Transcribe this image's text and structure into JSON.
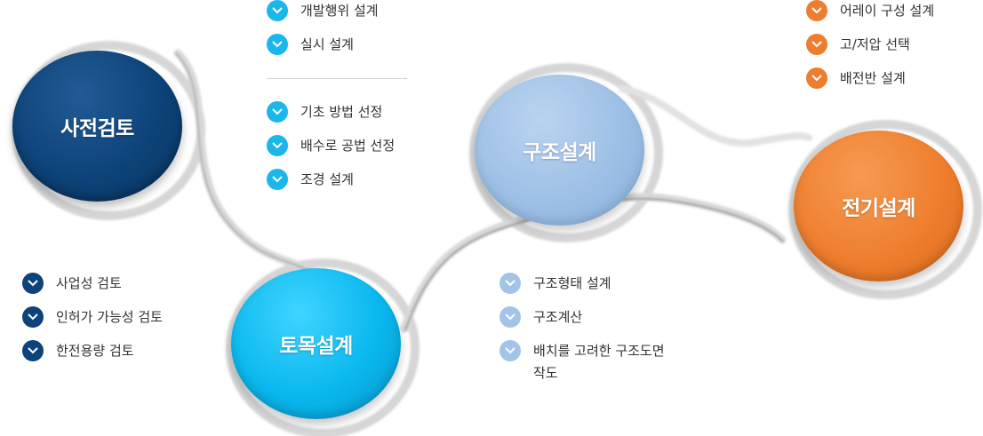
{
  "stages": [
    {
      "id": "pre",
      "label": "사전검토",
      "color": "#0d4379"
    },
    {
      "id": "civil",
      "label": "토목설계",
      "color": "#0ab8ee"
    },
    {
      "id": "structure",
      "label": "구조설계",
      "color": "#9ec0e6"
    },
    {
      "id": "electric",
      "label": "전기설계",
      "color": "#ef7f2f"
    }
  ],
  "lists": {
    "civil_top": [
      "개발행위 설계",
      "실시 설계"
    ],
    "civil_bottom": [
      "기초 방법 선정",
      "배수로 공법 선정",
      "조경 설계"
    ],
    "pre": [
      "사업성 검토",
      "인허가 가능성 검토",
      "한전용량 검토"
    ],
    "structure": [
      "구조형태 설계",
      "구조계산",
      "배치를 고려한 구조도면\n작도"
    ],
    "electric": [
      "어레이 구성 설계",
      "고/저압 선택",
      "배전반 설계"
    ]
  },
  "icons": {
    "bullet": "chevron-down-icon"
  },
  "colors": {
    "shadow": "#d9d9d9",
    "separator": "#d5d5d5",
    "text": "#333333"
  }
}
